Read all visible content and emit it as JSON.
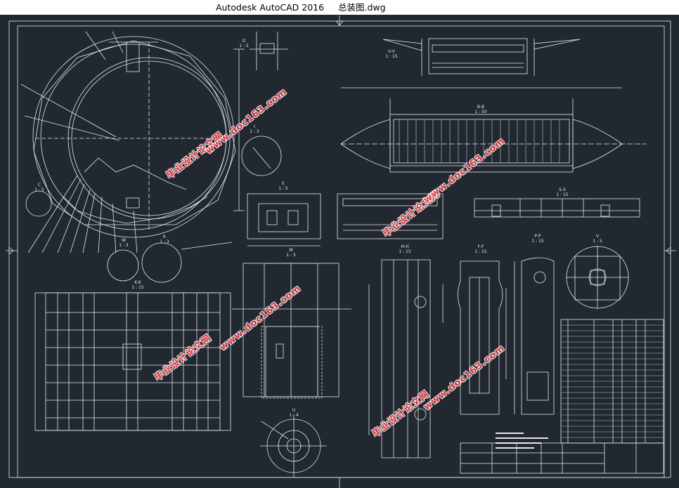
{
  "window": {
    "app_name": "Autodesk AutoCAD 2016",
    "file_name": "总装图.dwg"
  },
  "views": {
    "vv": {
      "name": "V-V",
      "scale": "1 : 15"
    },
    "bb": {
      "name": "B-B",
      "scale": "1 : 50"
    },
    "ss": {
      "name": "S-S",
      "scale": "1 : 15"
    },
    "ee": {
      "name": "E",
      "scale": "1 : 5"
    },
    "kk": {
      "name": "K-K",
      "scale": "1 : 15"
    },
    "hh": {
      "name": "H-H",
      "scale": "1 : 15"
    },
    "ff": {
      "name": "F-F",
      "scale": "1 : 15"
    },
    "pp": {
      "name": "P-P",
      "scale": "1 : 15"
    },
    "v": {
      "name": "V",
      "scale": "1 : 5"
    },
    "u": {
      "name": "U",
      "scale": "1 : 4"
    },
    "d": {
      "name": "D",
      "scale": "1 : 5"
    },
    "i": {
      "name": "I",
      "scale": "1 : 3"
    },
    "c": {
      "name": "C",
      "scale": "1 : 5"
    },
    "w": {
      "name": "W",
      "scale": "1 : 3"
    },
    "r": {
      "name": "R",
      "scale": "1 : 3"
    },
    "m": {
      "name": "M",
      "scale": "1 : 3"
    }
  },
  "watermarks": {
    "text_cn": "毕业设计论文网",
    "text_url": "www.doc163.com"
  },
  "colors": {
    "background": "#212830",
    "lines": "#e6e9ee",
    "watermark": "#e0303a"
  }
}
